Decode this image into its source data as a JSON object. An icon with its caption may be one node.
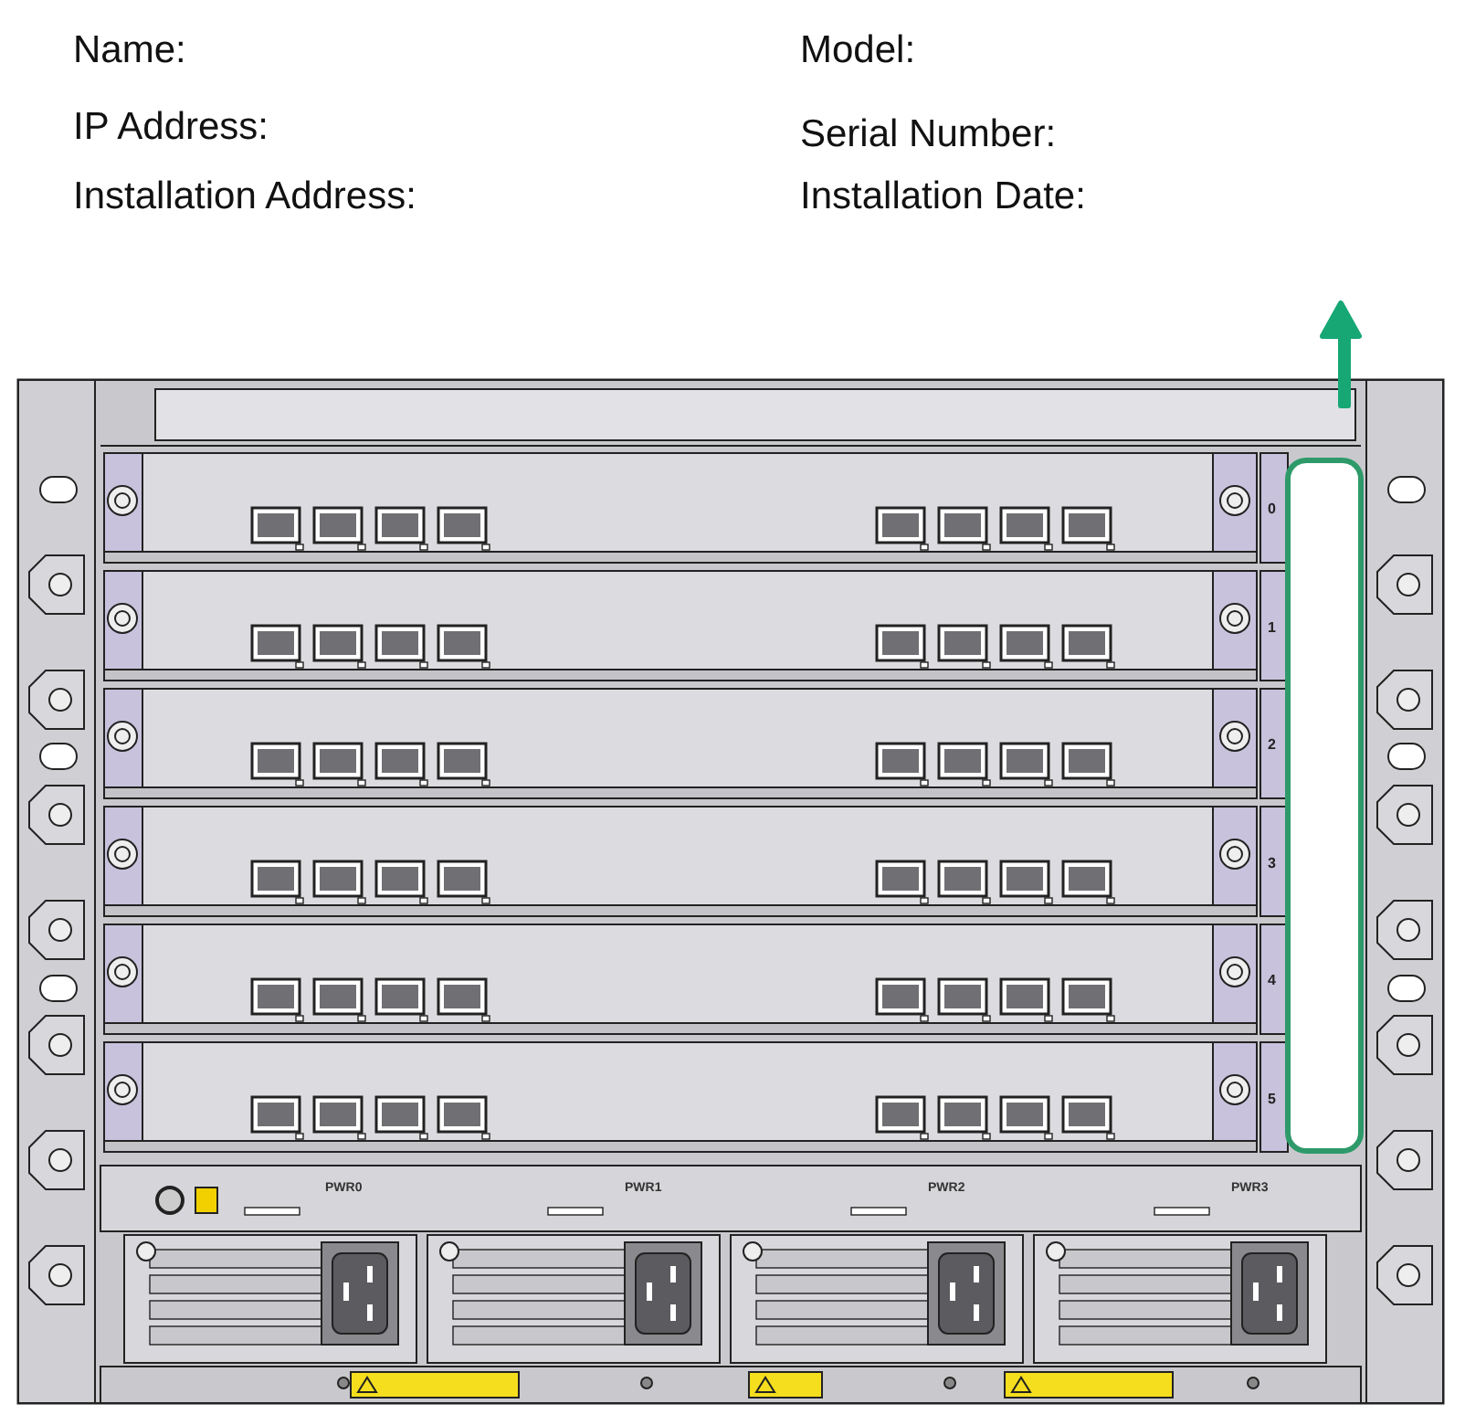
{
  "diagram": {
    "labels": [
      "Name:",
      "Model:",
      "IP Address:",
      "Serial Number:",
      "Installation Address:",
      "Installation Date:",
      "0",
      "1",
      "2",
      "3",
      "4",
      "5",
      "PWR0",
      "PWR1",
      "PWR2",
      "PWR3"
    ]
  }
}
